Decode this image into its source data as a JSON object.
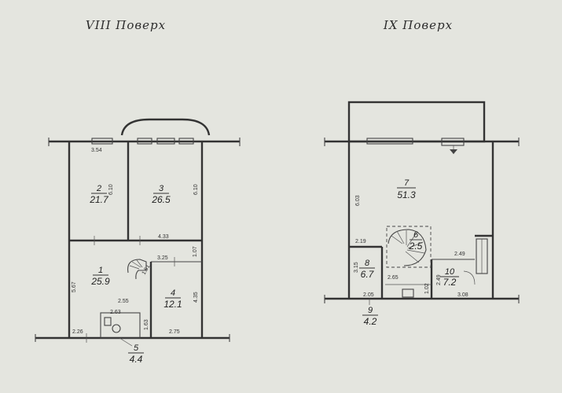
{
  "floors": [
    {
      "title": "VIII Поверх",
      "rooms": [
        {
          "num": "1",
          "area": "25.9"
        },
        {
          "num": "2",
          "area": "21.7"
        },
        {
          "num": "3",
          "area": "26.5"
        },
        {
          "num": "4",
          "area": "12.1"
        },
        {
          "num": "5",
          "area": "4.4"
        }
      ],
      "dims": [
        "3.54",
        "6.10",
        "6.10",
        "4.33",
        "3.25",
        "1.07",
        "5.67",
        "4.35",
        "2.55",
        "2.63",
        "1.63",
        "2.26",
        "2.75",
        "1.51"
      ]
    },
    {
      "title": "IX Поверх",
      "rooms": [
        {
          "num": "6",
          "area": "2.5"
        },
        {
          "num": "7",
          "area": "51.3"
        },
        {
          "num": "8",
          "area": "6.7"
        },
        {
          "num": "9",
          "area": "4.2"
        },
        {
          "num": "10",
          "area": "7.2"
        }
      ],
      "dims": [
        "6.03",
        "2.19",
        "3.15",
        "2.65",
        "2.49",
        "2.49",
        "1.02",
        "2.05",
        "3.08"
      ]
    }
  ]
}
